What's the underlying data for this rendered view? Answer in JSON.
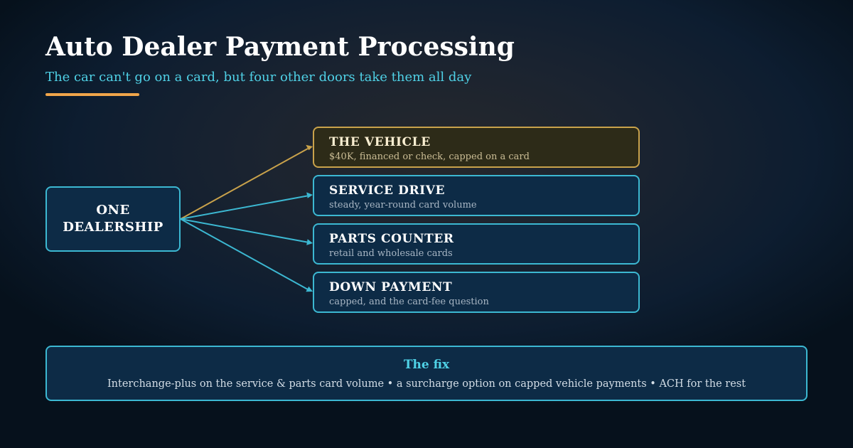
{
  "header": {
    "title": "Auto Dealer Payment Processing",
    "subtitle": "The car can't go on a card, but four other doors take them all day"
  },
  "colors": {
    "accent": "#f0a54a",
    "cyan": "#3cb8d2",
    "gold": "#c9a24b"
  },
  "diagram": {
    "source": {
      "label": "ONE DEALERSHIP"
    },
    "doors": [
      {
        "title": "THE VEHICLE",
        "description": "$40K, financed or check, capped on a card",
        "highlight": true
      },
      {
        "title": "SERVICE DRIVE",
        "description": "steady, year-round card volume",
        "highlight": false
      },
      {
        "title": "PARTS COUNTER",
        "description": "retail and wholesale cards",
        "highlight": false
      },
      {
        "title": "DOWN PAYMENT",
        "description": "capped, and the card-fee question",
        "highlight": false
      }
    ]
  },
  "fix": {
    "title": "The fix",
    "text": "Interchange-plus on the service & parts card volume • a surcharge option on capped vehicle payments • ACH for the rest"
  }
}
